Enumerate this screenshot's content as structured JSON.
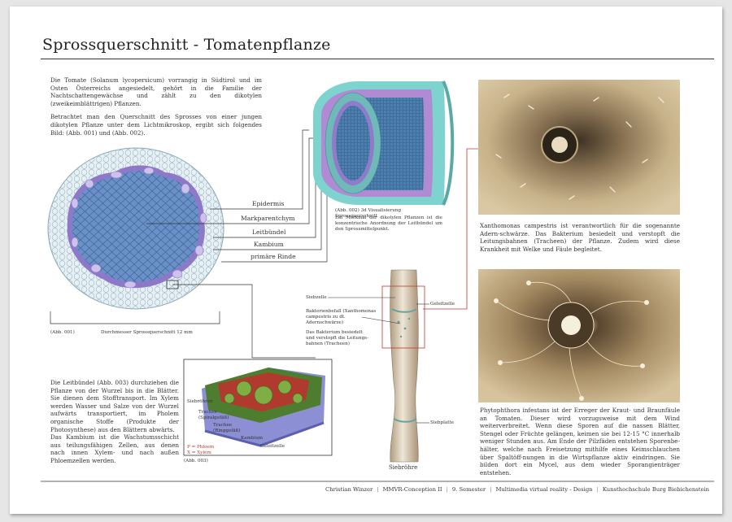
{
  "title": "Sprossquerschnitt - Tomatenpflanze",
  "intro": {
    "p1": "Die Tomate (Solanum lycopersicum) vorrangig in Südtirol und im Osten Österreichs angesiedelt, gehört in die Familie der Nachtschattengewächse und zählt zu den dikotylen (zweikeimblättrigen) Pflanzen.",
    "p2": "Betrachtet man den Querschnitt des Sprosses von einer jungen dikotylen Pflanze unter dem Lichtmikroskop, ergibt sich folgendes Bild: (Abb. 001) und (Abb. 002)."
  },
  "fig001": {
    "labels": [
      "Epidermis",
      "Markparentchym",
      "Leitbündel",
      "Kambium",
      "primäre Rinde"
    ],
    "caption": "(Abb. 001)",
    "diameter": "Durchmesser Sprossquerschnitt 12 mm"
  },
  "fig002": {
    "caption": "(Abb. 002) 3d Visualisierung Sprossquerschnitt",
    "note": "Ein Merkmal der dikotylen Pflanzen ist die konzentrische Anordnung der Leitbündel um den Sprossmittelpunkt."
  },
  "fig003": {
    "labels": {
      "siebroehre": "Siebröhren",
      "trachee1": "Trachee (Spiralgefäß)",
      "trachee2": "Trachee (Ringgefäß)",
      "kambium": "Kambium",
      "geleitzelle": "Geleitzelle"
    },
    "legend": {
      "p": "P = Phloem",
      "x": "X = Xylem"
    },
    "caption": "(Abb. 003)"
  },
  "leitbuendel_text": {
    "p1": "Die Leitbündel (Abb. 003) durchziehen die Pflanze von der Wurzel bis in die Blätter. Sie dienen dem Stofftransport. Im Xylem werden Wasser und Salze von der Wurzel aufwärts transportiert, im Pholem organische Stoffe (Produkte der Photosynthese) aus den Blättern abwärts.",
    "p2": "Das Kambium ist die Wachstumsschicht aus teilungsfähigen Zellen, aus denen nach innen Xylem- und nach außen Phloemzellen werden."
  },
  "siebroehre": {
    "siebzelle": "Siebzelle",
    "geleitzelle": "Geleitzelle",
    "bakterien": "Bakterienbefall (Xanthomonas campestris zu dt. Adernschwärze)",
    "bakterium_text": "Das Bakterium besiedelt und verstopft die Leitungs-bahnen (Tracheen)",
    "siebplatte": "Siebplatte",
    "caption": "Siebröhre"
  },
  "xanthomonas": "Xanthomonas campestris ist verantwortlich für die sogenannte Adern-schwärze. Das Bakterium besiedelt und verstopft die Leitungsbahnen (Tracheen) der Pflanze. Zudem wird diese Krankheit mit Welke und Fäule begleitet.",
  "phytophthora": "Phytophthora infestans ist der Erreger der Kraut- und Braunfäule an Tomaten. Dieser wird vorzugsweise mit dem Wind weiterverbreitet. Wenn diese Sporen auf die nassen Blätter, Stengel oder Früchte gelängen, keimen sie bei 12-15 °C innerhalb weniger Stunden aus. Am Ende der Pilzfäden entstehen Sporenbe-hälter, welche nach Freisetzung mithilfe eines Keimschlauchen über Spaltöff-nungen in die Wirtspflanze aktiv eindringen. Sie bilden dort ein Mycel, aus dem wieder Sporangienträger entstehen.",
  "footer": {
    "author": "Christian Winzer",
    "course": "MMVR-Conception II",
    "semester": "9. Semester",
    "program": "Multimedia virtual reality - Design",
    "school": "Kunsthochschule Burg Biebichenstein"
  },
  "colors": {
    "epidermis": "#d8e8ef",
    "mark": "#5f88c4",
    "kambium": "#8e79c9",
    "xylem": "#2f7a3a",
    "phloem": "#b03a2e",
    "render_bg": "#c9b48c",
    "accent_line": "#c0392b"
  }
}
